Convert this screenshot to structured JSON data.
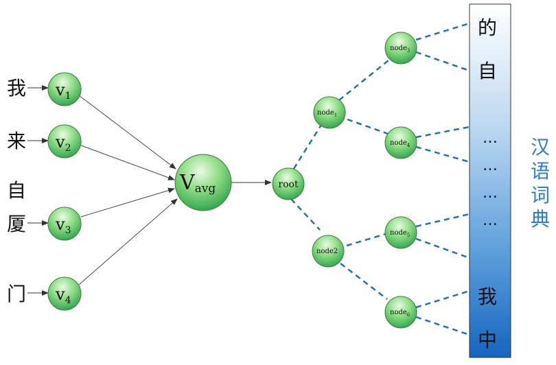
{
  "input_words": [
    "我",
    "来",
    "自",
    "厦",
    "门"
  ],
  "vectors": [
    {
      "base": "v",
      "sub": "1"
    },
    {
      "base": "v",
      "sub": "2"
    },
    {
      "base": "v",
      "sub": "3"
    },
    {
      "base": "v",
      "sub": "4"
    }
  ],
  "avg_node": {
    "base": "V",
    "sub": "avg"
  },
  "root_label": "root",
  "tree_nodes": [
    {
      "base": "node",
      "sub": "1"
    },
    {
      "base": "node",
      "sub": "2"
    },
    {
      "base": "node",
      "sub": "3"
    },
    {
      "base": "node",
      "sub": "4"
    },
    {
      "base": "node",
      "sub": "5"
    },
    {
      "base": "node",
      "sub": "6"
    }
  ],
  "dictionary_entries": [
    "的",
    "自",
    "…",
    "…",
    "…",
    "…",
    "我",
    "中"
  ],
  "dictionary_label": [
    "汉",
    "语",
    "词",
    "典"
  ],
  "colors": {
    "node_fill_top": "#b8ecb0",
    "node_fill_bottom": "#2fa84a",
    "node_stroke": "#3a7a3a",
    "dashed": "#1f6fc0",
    "dict_label": "#2b7cd3",
    "bar_top": "#ffffff",
    "bar_bottom": "#1c6fc8"
  }
}
